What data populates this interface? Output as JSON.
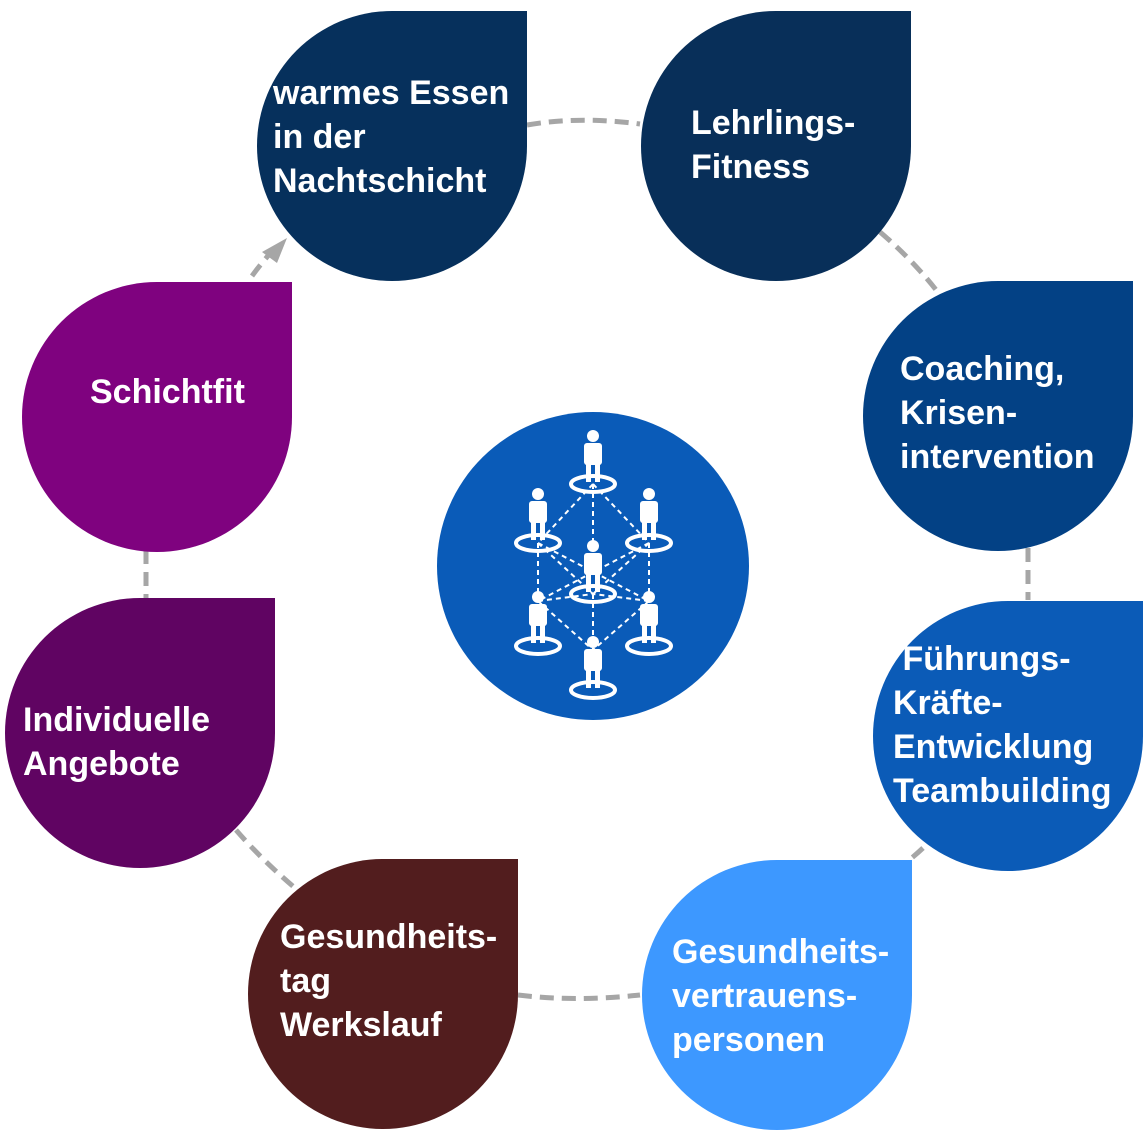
{
  "diagram": {
    "hub_icon": "people-network-icon",
    "items": [
      {
        "id": "warmes-essen",
        "label": "warmes Essen\nin der\nNachtschicht",
        "color": "#06305c"
      },
      {
        "id": "lehrlings-fitness",
        "label": "Lehrlings-\nFitness",
        "color": "#082f59"
      },
      {
        "id": "coaching",
        "label": "Coaching,\nKrisen-\nintervention",
        "color": "#034185"
      },
      {
        "id": "fuehrungskraefte",
        "label": " Führungs-\nKräfte-\nEntwicklung\nTeambuilding",
        "color": "#0b5bb7"
      },
      {
        "id": "gesundheitsvertrauenspersonen",
        "label": "Gesundheits-\nvertrauens-\npersonen",
        "color": "#3d98ff"
      },
      {
        "id": "gesundheitstag",
        "label": "Gesundheits-\ntag\nWerkslauf",
        "color": "#521d1e"
      },
      {
        "id": "individuelle-angebote",
        "label": "Individuelle\nAngebote",
        "color": "#600462"
      },
      {
        "id": "schichtfit",
        "label": "Schichtfit",
        "color": "#7f027f"
      }
    ],
    "connector_color": "#a6a6a6",
    "hub_color": "#0a5bb8"
  }
}
